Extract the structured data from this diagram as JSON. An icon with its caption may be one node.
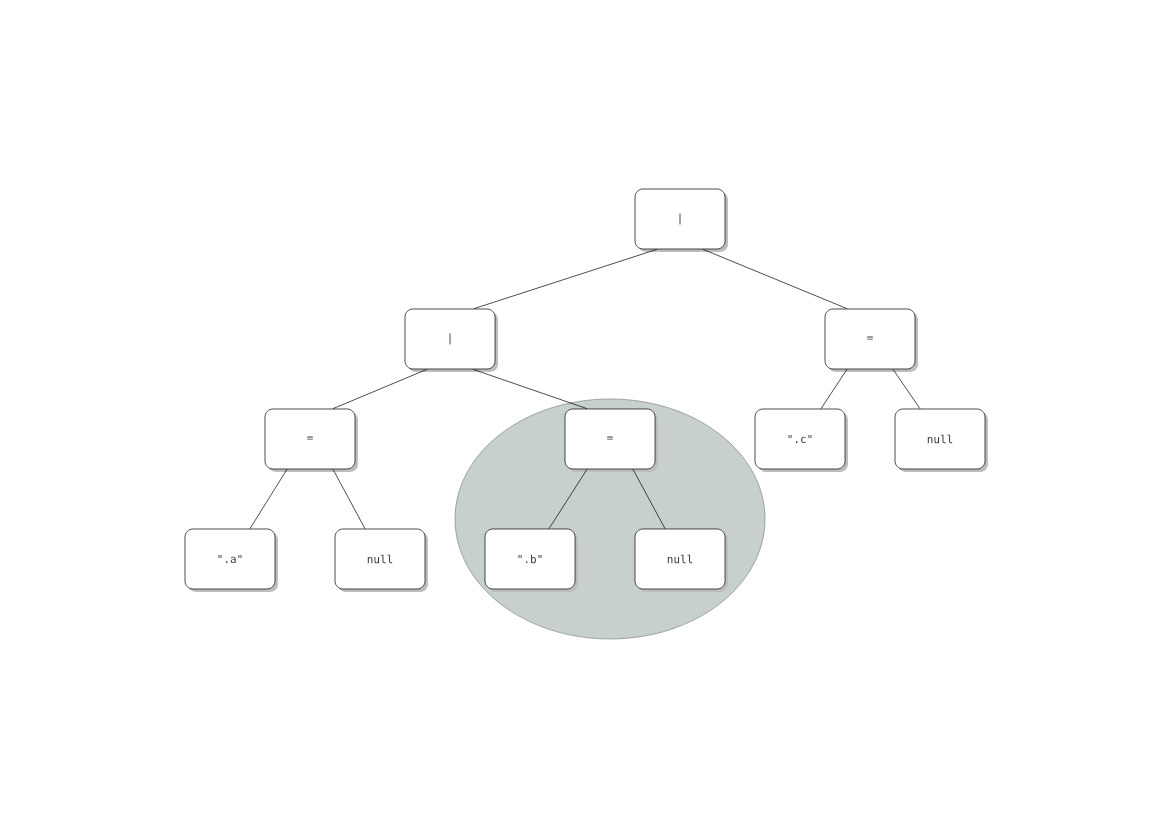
{
  "diagram": {
    "nodes": [
      {
        "text": [
          "|"
        ]
      },
      {
        "text": [
          "|"
        ]
      },
      {
        "text": [
          "="
        ]
      },
      {
        "text": [
          "="
        ]
      },
      {
        "text": [],
        "shape": "ellipse"
      },
      {
        "text": [
          "="
        ],
        "in": 4
      },
      {
        "text": [
          "\".c\""
        ]
      },
      {
        "text": [
          "null"
        ]
      },
      {
        "text": [
          "\".a\""
        ]
      },
      {
        "text": [
          "null"
        ]
      },
      {
        "text": [
          "\".b\""
        ],
        "in": 4
      },
      {
        "text": [
          "null"
        ],
        "in": 4
      }
    ],
    "edges": [
      {
        "from": 0,
        "to": 1,
        "arrow": "none"
      },
      {
        "from": 0,
        "to": 2,
        "arrow": "none"
      },
      {
        "from": 1,
        "to": 3,
        "arrow": "none"
      },
      {
        "from": 1,
        "to": 5,
        "arrow": "none"
      },
      {
        "from": 2,
        "to": 6,
        "arrow": "none"
      },
      {
        "from": 2,
        "to": 7,
        "arrow": "none"
      },
      {
        "from": 3,
        "to": 8,
        "arrow": "none"
      },
      {
        "from": 3,
        "to": 9,
        "arrow": "none"
      },
      {
        "from": 5,
        "to": 10,
        "arrow": "none"
      },
      {
        "from": 5,
        "to": 11,
        "arrow": "none"
      }
    ]
  }
}
